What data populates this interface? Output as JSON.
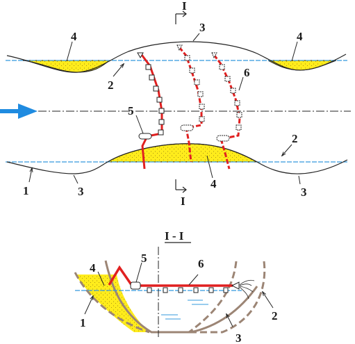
{
  "plan_view": {
    "section_marker_top": "I",
    "section_marker_bottom": "I",
    "labels": {
      "l1": "1",
      "l2_left": "2",
      "l2_right": "2",
      "l3_top": "3",
      "l3_bottom_left": "3",
      "l3_bottom_right": "3",
      "l4_top_left": "4",
      "l4_top_right": "4",
      "l4_bottom": "4",
      "l5": "5",
      "l6": "6"
    }
  },
  "section_view": {
    "title": "I - I",
    "labels": {
      "l1": "1",
      "l2": "2",
      "l3": "3",
      "l4": "4",
      "l5": "5",
      "l6": "6"
    }
  },
  "colors": {
    "sand": "#ffec1c",
    "pipeline": "#e02020",
    "water_line": "#3399dd",
    "flow_arrow": "#1f8be0",
    "bank_dashed": "#a08878"
  }
}
